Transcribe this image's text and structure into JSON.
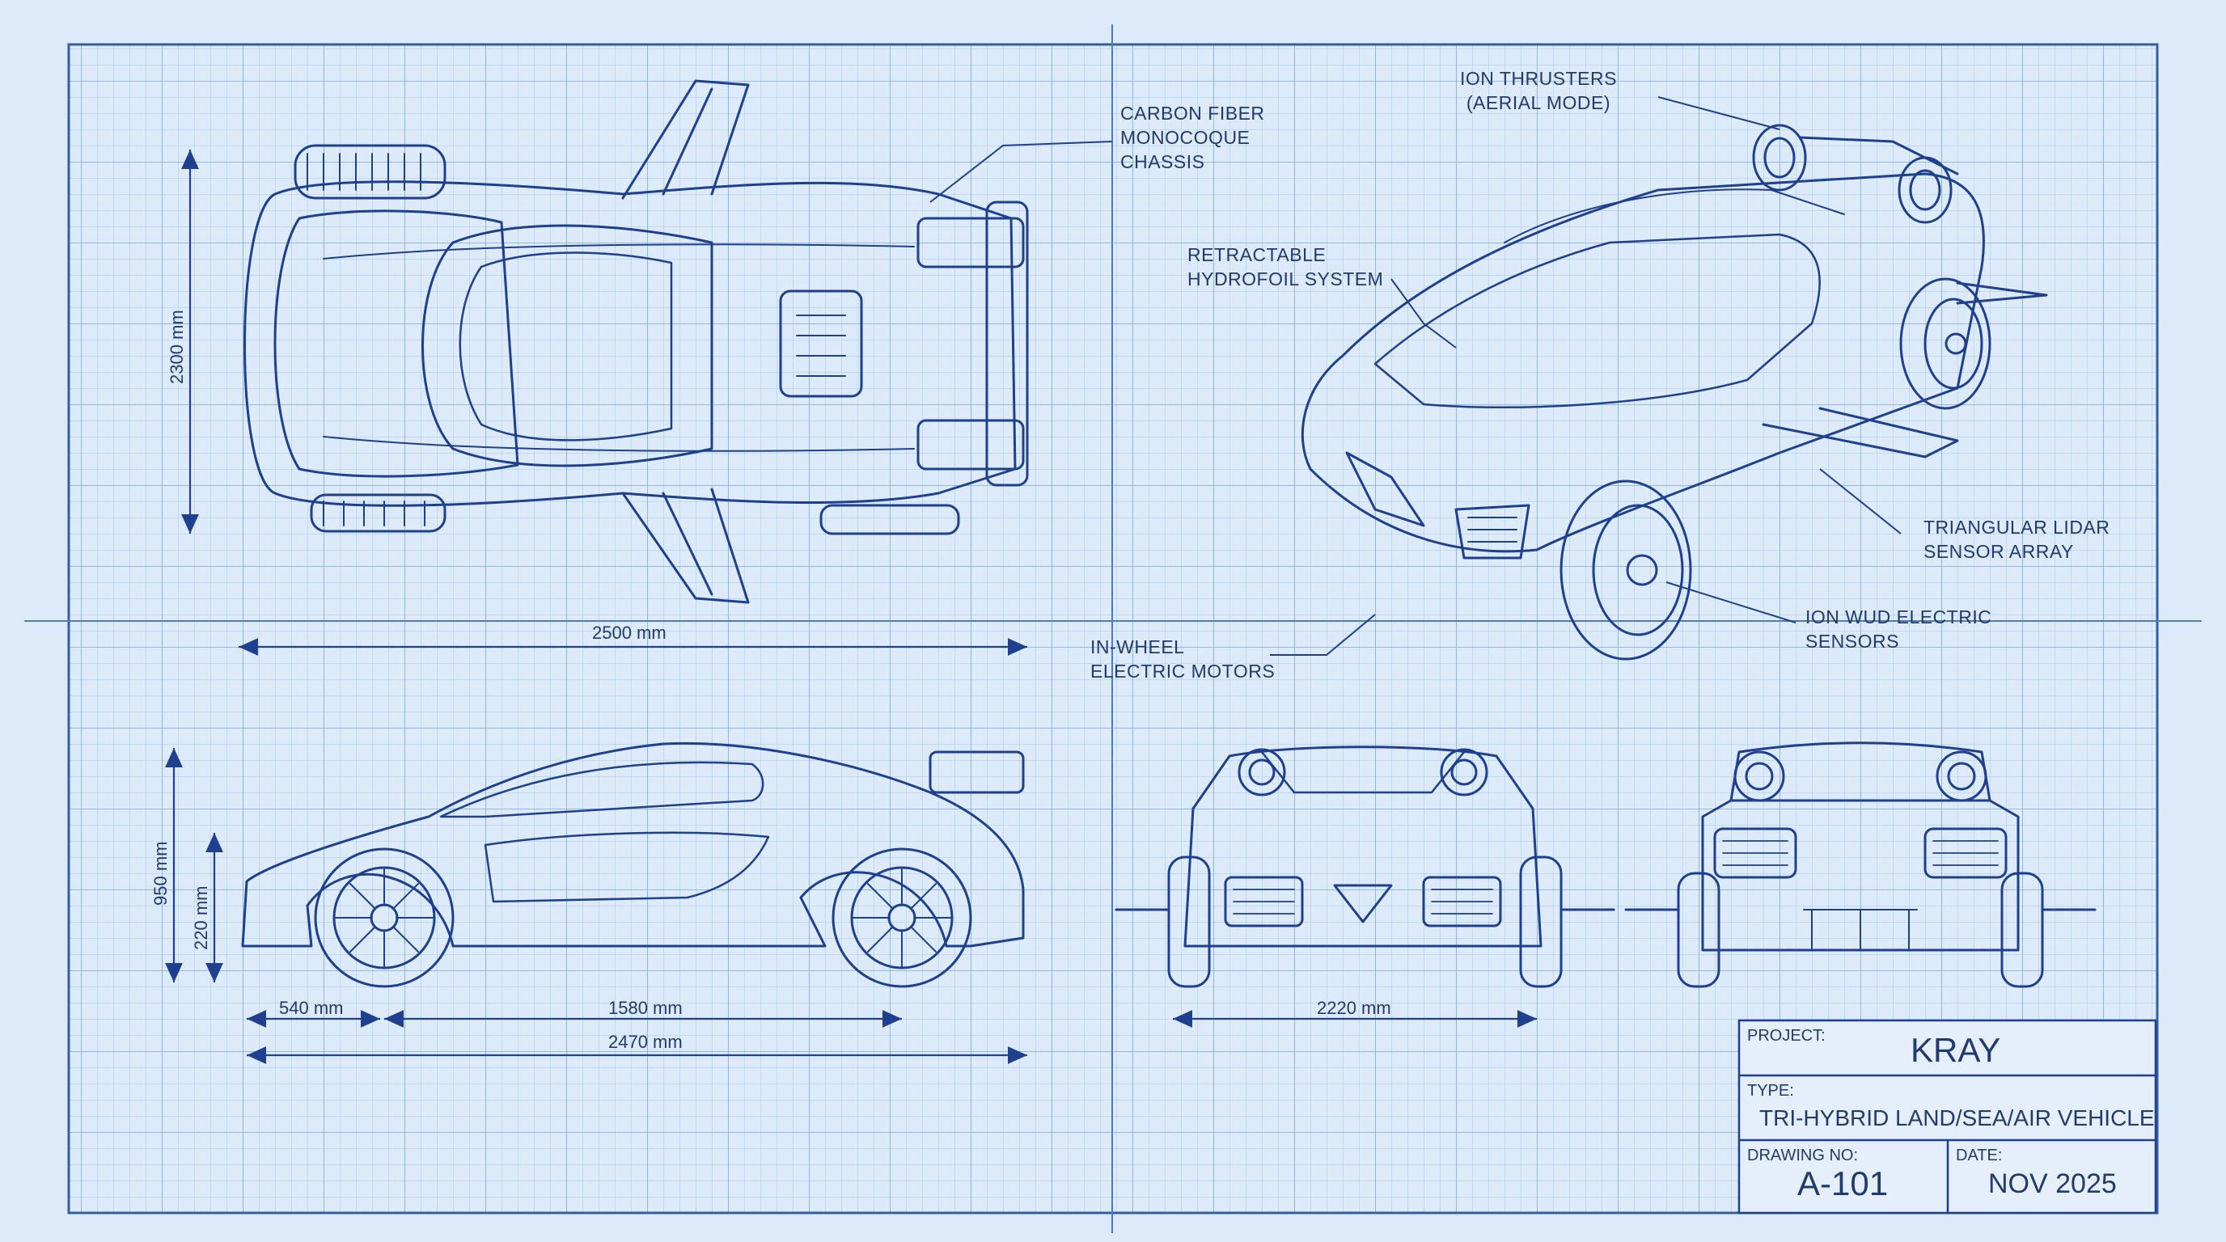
{
  "colors": {
    "paper": "#dceaf9",
    "ink": "#1f3f8f",
    "grid_minor": "#9cc2e8",
    "grid_major": "#6f9fd4"
  },
  "callouts": {
    "carbon": [
      "CARBON FIBER",
      "MONOCOQUE",
      "CHASSIS"
    ],
    "ion_thrusters": [
      "ION THRUSTERS",
      "(AERIAL MODE)"
    ],
    "hydrofoil": [
      "RETRACTABLE",
      "HYDROFOIL SYSTEM"
    ],
    "lidar": [
      "TRIANGULAR LIDAR",
      "SENSOR ARRAY"
    ],
    "motors": [
      "IN-WHEEL",
      "ELECTRIC MOTORS"
    ],
    "sensors": [
      "ION WUD ELECTRIC",
      "SENSORS"
    ]
  },
  "dimensions": {
    "top_width": "2300 mm",
    "top_length": "2500 mm",
    "side_height_total": "950 mm",
    "side_height_lower": "220 mm",
    "side_front": "540 mm",
    "side_wheelbase": "1580 mm",
    "side_length": "2470 mm",
    "front_track": "2220 mm"
  },
  "title_block": {
    "project_label": "PROJECT:",
    "project_value": "KRAY",
    "type_label": "TYPE:",
    "type_value": "TRI-HYBRID LAND/SEA/AIR VEHICLE",
    "drawing_label": "DRAWING NO:",
    "drawing_value": "A-101",
    "date_label": "DATE:",
    "date_value": "NOV 2025"
  }
}
